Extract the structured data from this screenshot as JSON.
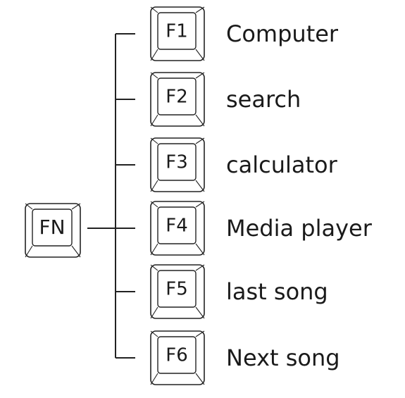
{
  "fn_key": {
    "label": "FN"
  },
  "keys": [
    {
      "key": "F1",
      "description": "Computer"
    },
    {
      "key": "F2",
      "description": "search"
    },
    {
      "key": "F3",
      "description": "calculator"
    },
    {
      "key": "F4",
      "description": "Media player"
    },
    {
      "key": "F5",
      "description": "last song"
    },
    {
      "key": "F6",
      "description": "Next song"
    }
  ]
}
